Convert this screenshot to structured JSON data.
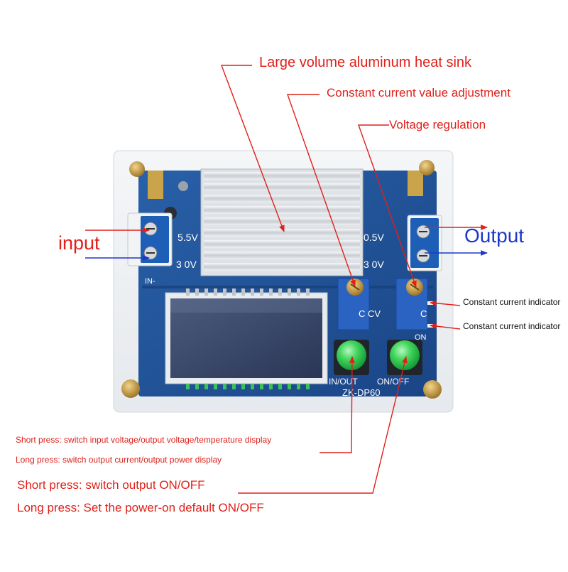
{
  "labels": {
    "heatsink": "Large volume aluminum heat sink",
    "cc_adjust": "Constant current value adjustment",
    "voltage_regulation": "Voltage regulation",
    "input": "input",
    "output": "Output",
    "cc_indicator_1": "Constant current indicator",
    "cc_indicator_2": "Constant current indicator",
    "btn1_short": "Short press: switch input voltage/output voltage/temperature display",
    "btn1_long": "Long press: switch output current/output power display",
    "btn2_short": "Short press: switch output ON/OFF",
    "btn2_long": "Long press: Set the power-on default ON/OFF"
  },
  "board": {
    "model": "ZK-DP60",
    "in_range_top": "5.5V",
    "in_range_bottom": "3 0V",
    "out_range_top": "0.5V",
    "out_range_bottom": "3 0V",
    "in_minus": "IN-",
    "cc_cv": "C  CV",
    "led_c": "C",
    "led_on": "ON",
    "btn1_label": "IN/OUT",
    "btn2_label": "ON/OFF"
  },
  "colors": {
    "annotation_red": "#e0201a",
    "arrow_blue": "#1c38c8",
    "pcb_blue": "#1e4f97",
    "button_green": "#3fd45a",
    "lcd": "#3a4868"
  }
}
